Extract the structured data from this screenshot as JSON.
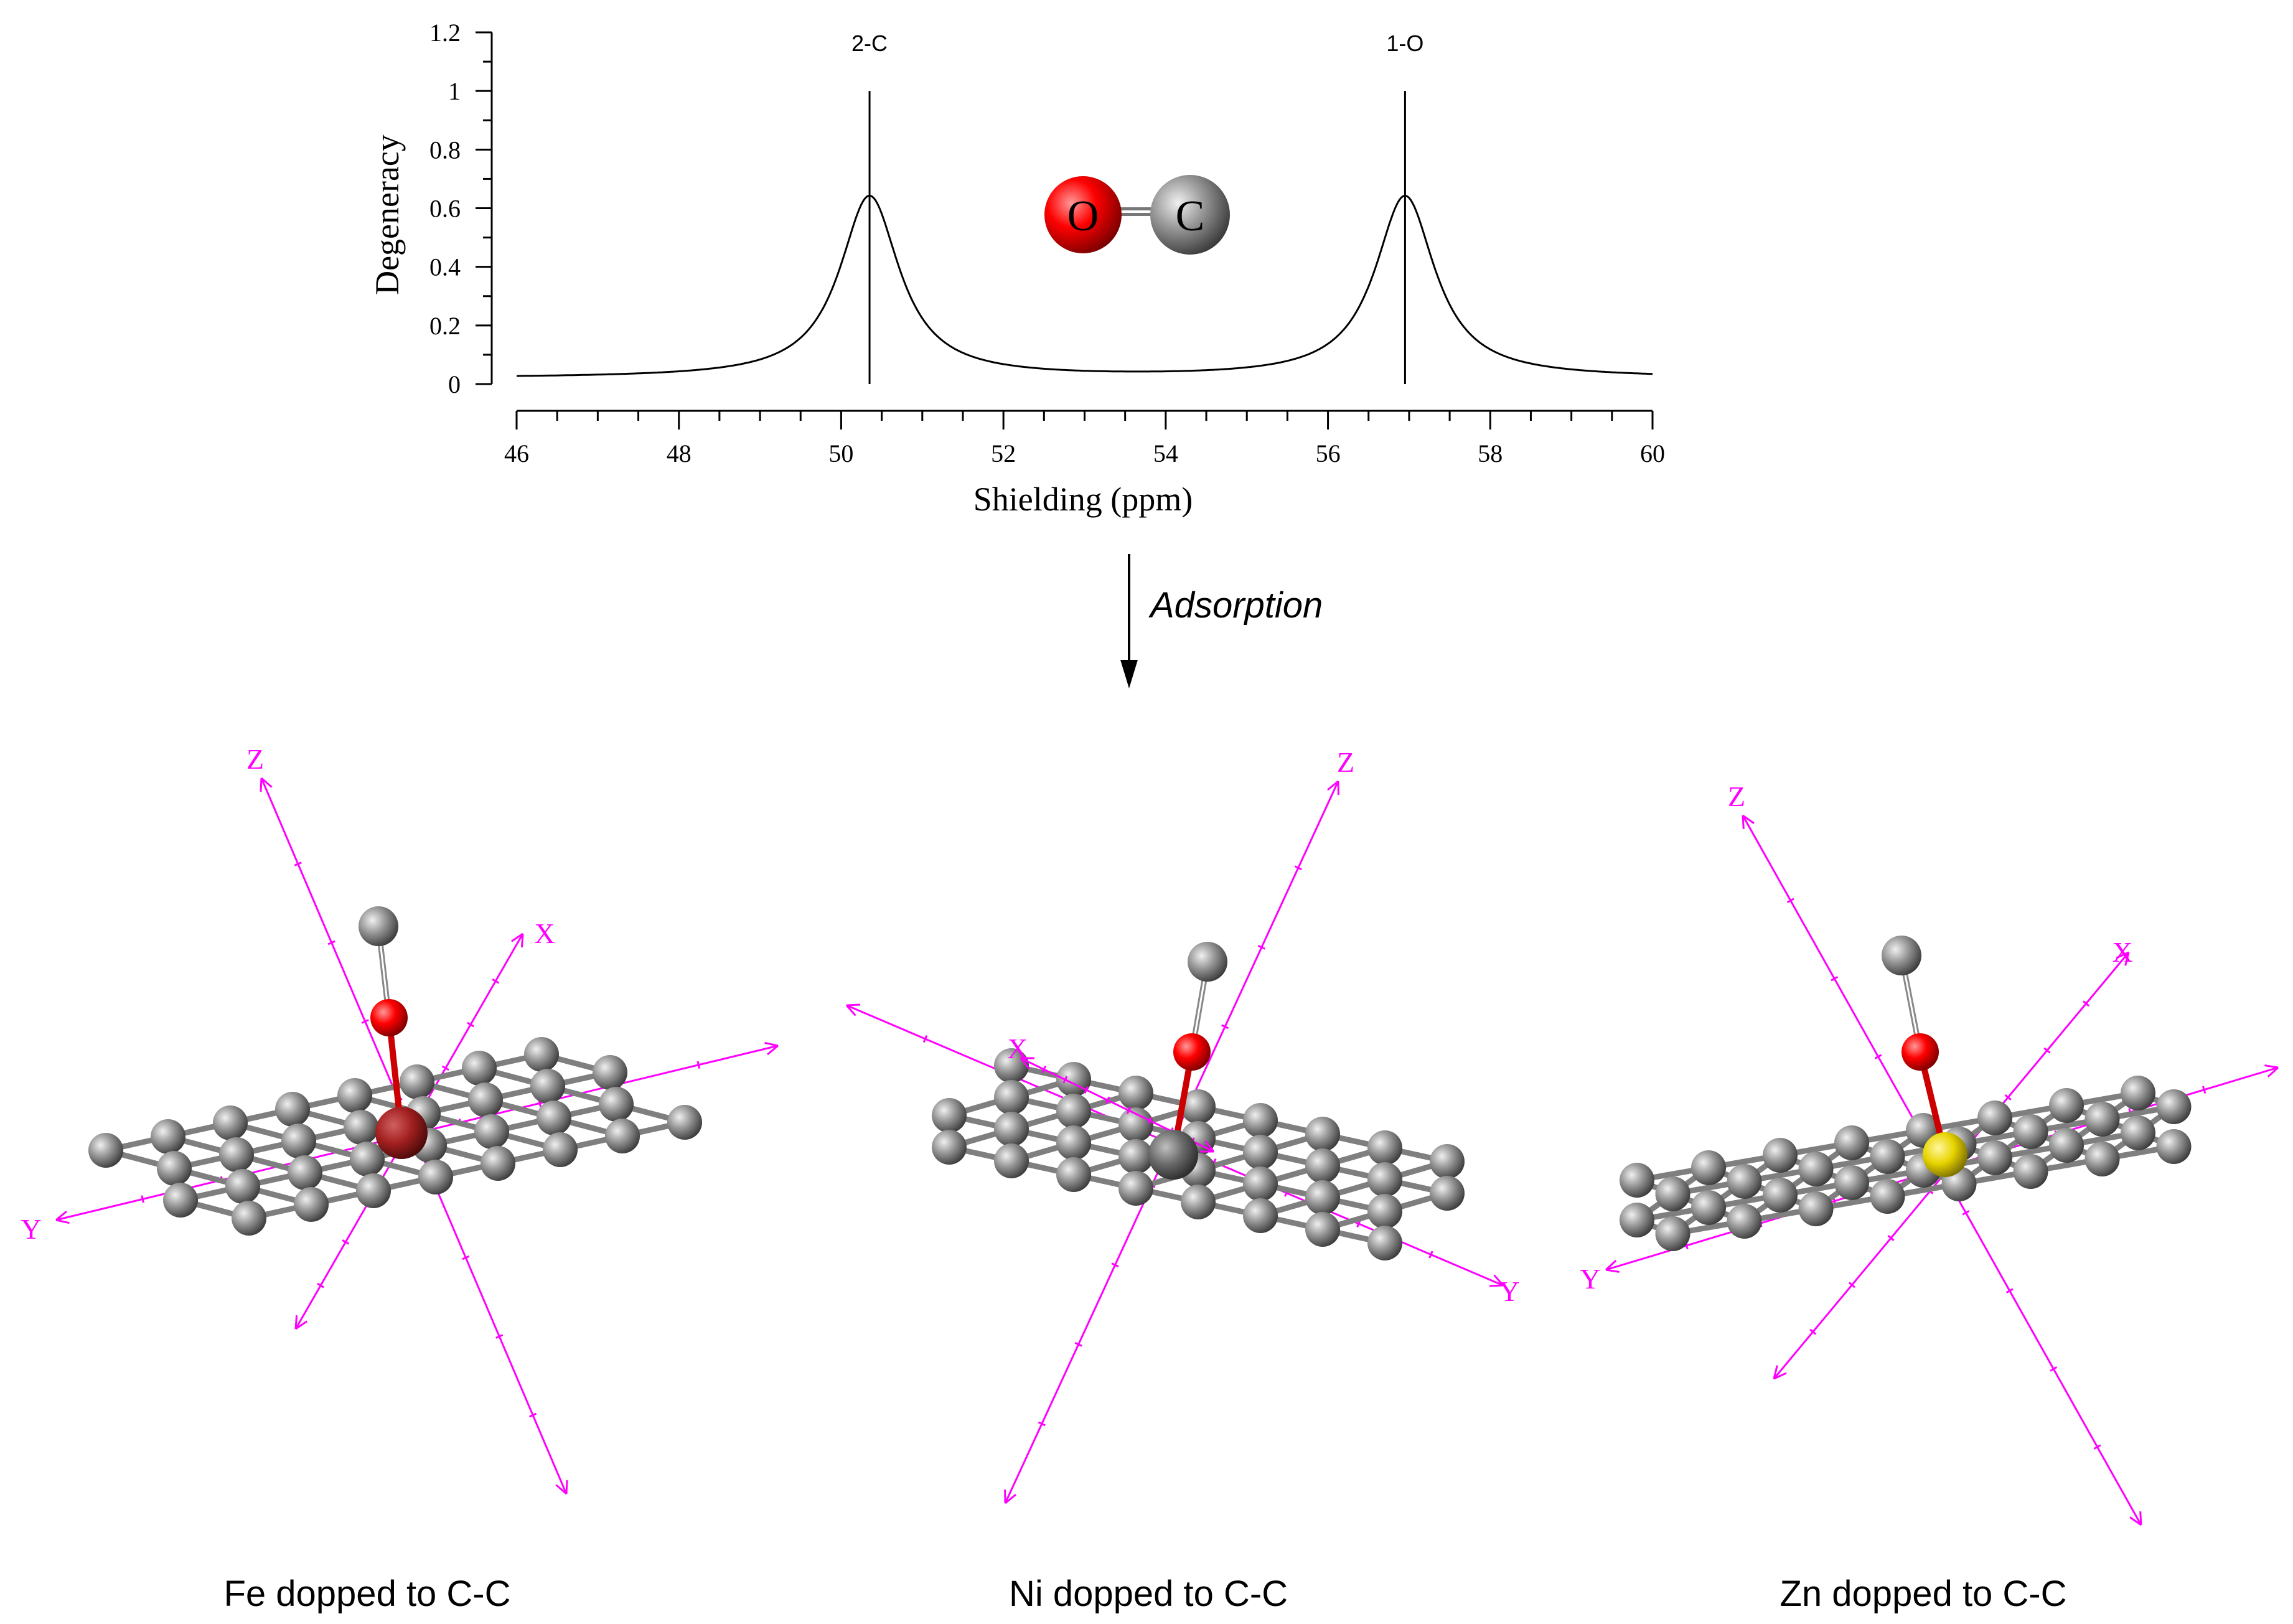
{
  "colors": {
    "axis_pink": "#ff00ff",
    "atom_gray": "#8a8a8a",
    "atom_red": "#ff0000",
    "fe_atom": "#a32020",
    "zn_atom": "#e8d400",
    "line": "#000000"
  },
  "chart_data": {
    "type": "line",
    "xlabel": "Shielding (ppm)",
    "ylabel": "Degeneracy",
    "xlim": [
      46,
      60
    ],
    "ylim": [
      0,
      1.2
    ],
    "x_ticks": [
      "46",
      "48",
      "50",
      "52",
      "54",
      "56",
      "58",
      "60"
    ],
    "y_ticks": [
      "0",
      "0.2",
      "0.4",
      "0.6",
      "0.8",
      "1",
      "1.2"
    ],
    "sticks": [
      {
        "label": "2-C",
        "x": 50.35,
        "height": 1.0
      },
      {
        "label": "1-O",
        "x": 56.95,
        "height": 1.0
      }
    ],
    "peak_height": 0.64,
    "baseline": 0.02,
    "half_width": 0.45
  },
  "molecule_inset": {
    "atom1": "O",
    "atom2": "C"
  },
  "arrow": {
    "label": "Adsorption"
  },
  "structures": [
    {
      "caption": "Fe dopped to C-C",
      "axes": [
        "Z",
        "X",
        "Y"
      ]
    },
    {
      "caption": "Ni dopped to C-C",
      "axes": [
        "Z",
        "X",
        "Y"
      ]
    },
    {
      "caption": "Zn dopped to C-C",
      "axes": [
        "Z",
        "X",
        "Y"
      ]
    }
  ]
}
